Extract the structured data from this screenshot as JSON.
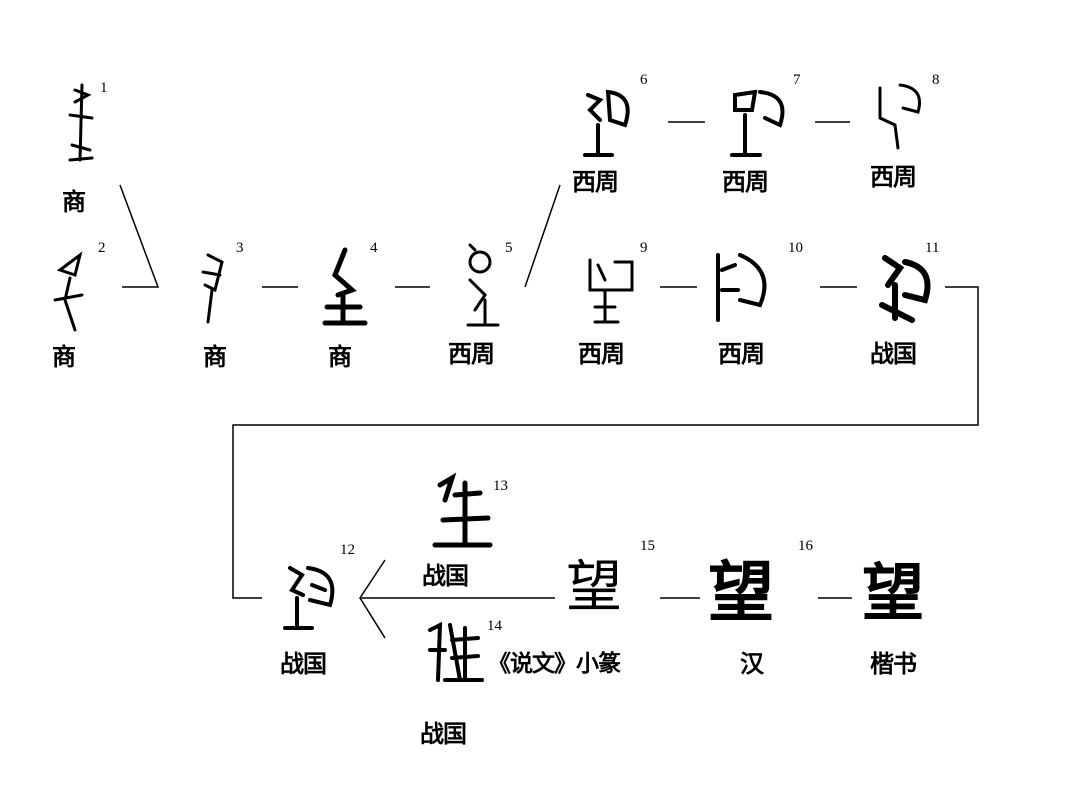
{
  "title_character": "望",
  "forms": [
    {
      "num": "1",
      "period": "商"
    },
    {
      "num": "2",
      "period": "商"
    },
    {
      "num": "3",
      "period": "商"
    },
    {
      "num": "4",
      "period": "商"
    },
    {
      "num": "5",
      "period": "西周"
    },
    {
      "num": "6",
      "period": "西周"
    },
    {
      "num": "7",
      "period": "西周"
    },
    {
      "num": "8",
      "period": "西周"
    },
    {
      "num": "9",
      "period": "西周"
    },
    {
      "num": "10",
      "period": "西周"
    },
    {
      "num": "11",
      "period": "战国"
    },
    {
      "num": "12",
      "period": "战国"
    },
    {
      "num": "13",
      "period": "战国"
    },
    {
      "num": "14",
      "period": "战国"
    },
    {
      "num": "15",
      "period": "《说文》小篆"
    },
    {
      "num": "16",
      "period": "汉"
    },
    {
      "num": "",
      "period": "楷书"
    }
  ]
}
